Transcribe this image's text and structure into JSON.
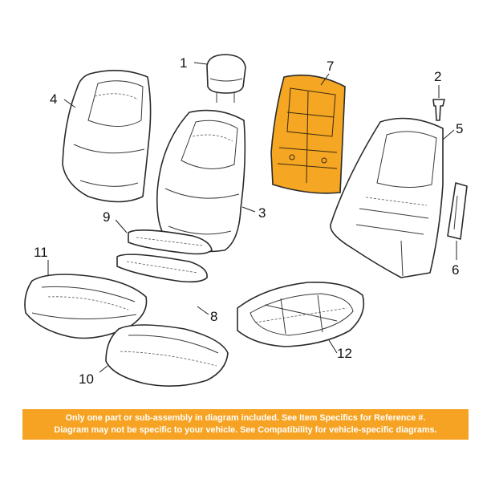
{
  "callouts": {
    "c1": "1",
    "c2": "2",
    "c3": "3",
    "c4": "4",
    "c5": "5",
    "c6": "6",
    "c7": "7",
    "c8": "8",
    "c9": "9",
    "c10": "10",
    "c11": "11",
    "c12": "12"
  },
  "notice": {
    "line1": "Only one part or sub-assembly in diagram included. See Item Specifics for Reference #.",
    "line2": "Diagram may not be specific to your vehicle. See Compatibility for vehicle-specific diagrams."
  },
  "colors": {
    "highlight": "#f5a623",
    "notice_background": "#f6a323",
    "notice_text": "#ffffff"
  }
}
